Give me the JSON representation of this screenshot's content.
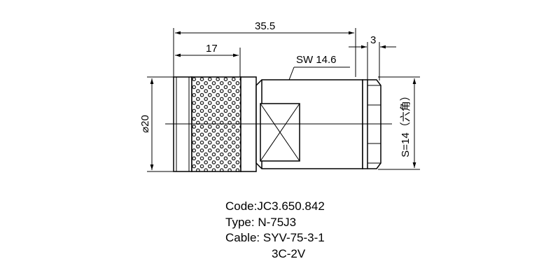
{
  "drawing": {
    "dimensions": {
      "overall_length": "35.5",
      "knurl_length": "17",
      "hex_width": "3",
      "wrench_flat": "SW 14.6",
      "diameter": "⌀20",
      "hex_size": "S=14（六角）"
    }
  },
  "spec": {
    "code": {
      "label": "Code:",
      "value": "JC3.650.842"
    },
    "type": {
      "label": "Type:",
      "value": " N-75J3"
    },
    "cable": {
      "label": "Cable:",
      "value": " SYV-75-3-1",
      "value2": "3C-2V"
    }
  },
  "colors": {
    "line": "#000000",
    "background": "#ffffff"
  }
}
